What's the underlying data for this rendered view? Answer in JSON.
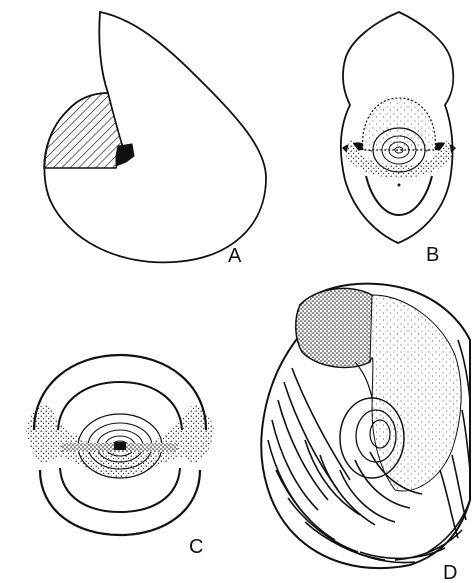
{
  "figure": {
    "panels": [
      {
        "id": "A",
        "label": "A"
      },
      {
        "id": "B",
        "label": "B"
      },
      {
        "id": "C",
        "label": "C"
      },
      {
        "id": "D",
        "label": "D"
      }
    ]
  },
  "colors": {
    "ink": "#111111",
    "paper": "#ffffff",
    "shading": "#222222"
  }
}
